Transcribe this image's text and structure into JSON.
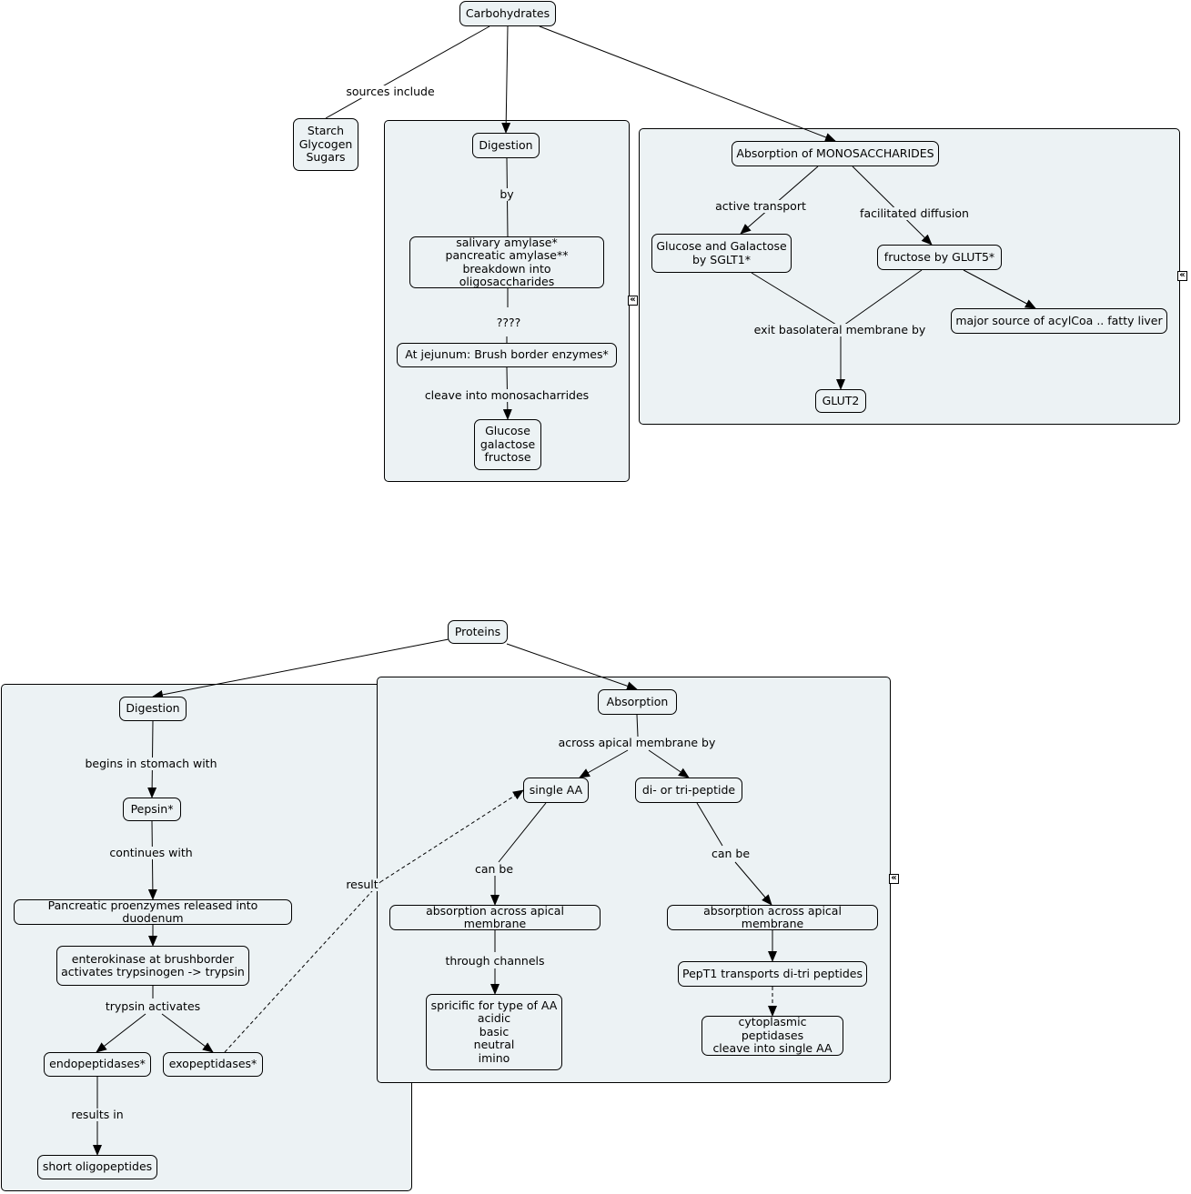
{
  "carbs": {
    "root": "Carbohydrates",
    "sources_link": "sources include",
    "sources": "Starch\nGlycogen\nSugars",
    "digestion": {
      "title": "Digestion",
      "by_link": "by",
      "amylase": "salivary amylase*\npancreatic amylase**\nbreakdown into oligosaccharides",
      "unknown_link": "????",
      "brush_border": "At jejunum: Brush border enzymes*",
      "cleave_link": "cleave into monosacharrides",
      "monos": "Glucose\ngalactose\nfructose"
    },
    "absorption": {
      "title": "Absorption of MONOSACCHARIDES",
      "active_link": "active transport",
      "facilitated_link": "facilitated diffusion",
      "sglt1": "Glucose and Galactose\nby SGLT1*",
      "glut5": "fructose by GLUT5*",
      "acylcoa": "major source of acylCoa .. fatty liver",
      "exit_link": "exit basolateral membrane by",
      "glut2": "GLUT2"
    }
  },
  "proteins": {
    "root": "Proteins",
    "digestion": {
      "title": "Digestion",
      "stomach_link": "begins in stomach with",
      "pepsin": "Pepsin*",
      "continues_link": "continues with",
      "proenzymes": "Pancreatic proenzymes released into duodenum",
      "enterokinase": "enterokinase at brushborder\nactivates trypsinogen -> trypsin",
      "trypsin_link": "trypsin activates",
      "endopeptidases": "endopeptidases*",
      "exopeptidases": "exopeptidases*",
      "results_link": "results in",
      "oligopeptides": "short oligopeptides",
      "result_link": "result"
    },
    "absorption": {
      "title": "Absorption",
      "apical_link": "across apical membrane by",
      "single_aa": "single AA",
      "peptide": "di- or tri-peptide",
      "can_be_1": "can be",
      "can_be_2": "can be",
      "apical_1": "absorption across apical membrane",
      "apical_2": "absorption across apical membrane",
      "channels_link": "through channels",
      "specific": "spricific for type of AA\nacidic\nbasic\nneutral\nimino",
      "pept1": "PepT1 transports di-tri peptides",
      "cytoplasmic": "cytoplasmic peptidases\ncleave into single AA"
    }
  },
  "icons": {
    "collapse": "collapse-arrows-icon",
    "glyph": "«"
  }
}
